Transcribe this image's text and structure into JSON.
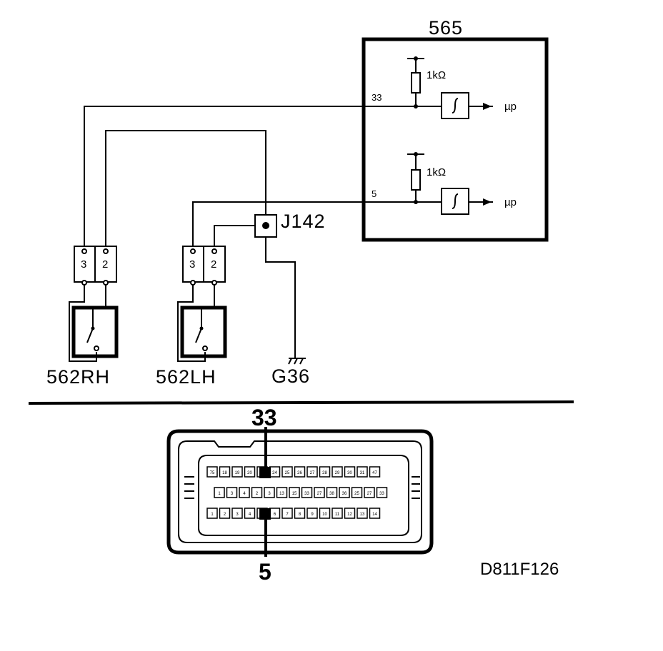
{
  "ecu": {
    "id": "565",
    "pins": {
      "upper": "33",
      "lower": "5"
    }
  },
  "resistors": {
    "upper": "1kΩ",
    "lower": "1kΩ"
  },
  "outputs": {
    "upper": "µp",
    "lower": "µp"
  },
  "junction": {
    "id": "J142"
  },
  "ground": {
    "id": "G36"
  },
  "switches": {
    "rh": {
      "id": "562RH",
      "pins": [
        "3",
        "2"
      ]
    },
    "lh": {
      "id": "562LH",
      "pins": [
        "3",
        "2"
      ]
    }
  },
  "connector": {
    "top_pin": "33",
    "bottom_pin": "5",
    "row1": [
      "75",
      "18",
      "19",
      "20",
      "",
      "24",
      "25",
      "26",
      "27",
      "28",
      "29",
      "30",
      "31",
      "47"
    ],
    "row2": [
      "1",
      "3",
      "4",
      "2",
      "3",
      "13",
      "15",
      "33",
      "27",
      "38",
      "36",
      "25",
      "27",
      "33"
    ],
    "row3": [
      "1",
      "2",
      "3",
      "4",
      "",
      "6",
      "7",
      "8",
      "9",
      "10",
      "11",
      "12",
      "13",
      "14"
    ]
  },
  "figure_ref": "D811F126"
}
